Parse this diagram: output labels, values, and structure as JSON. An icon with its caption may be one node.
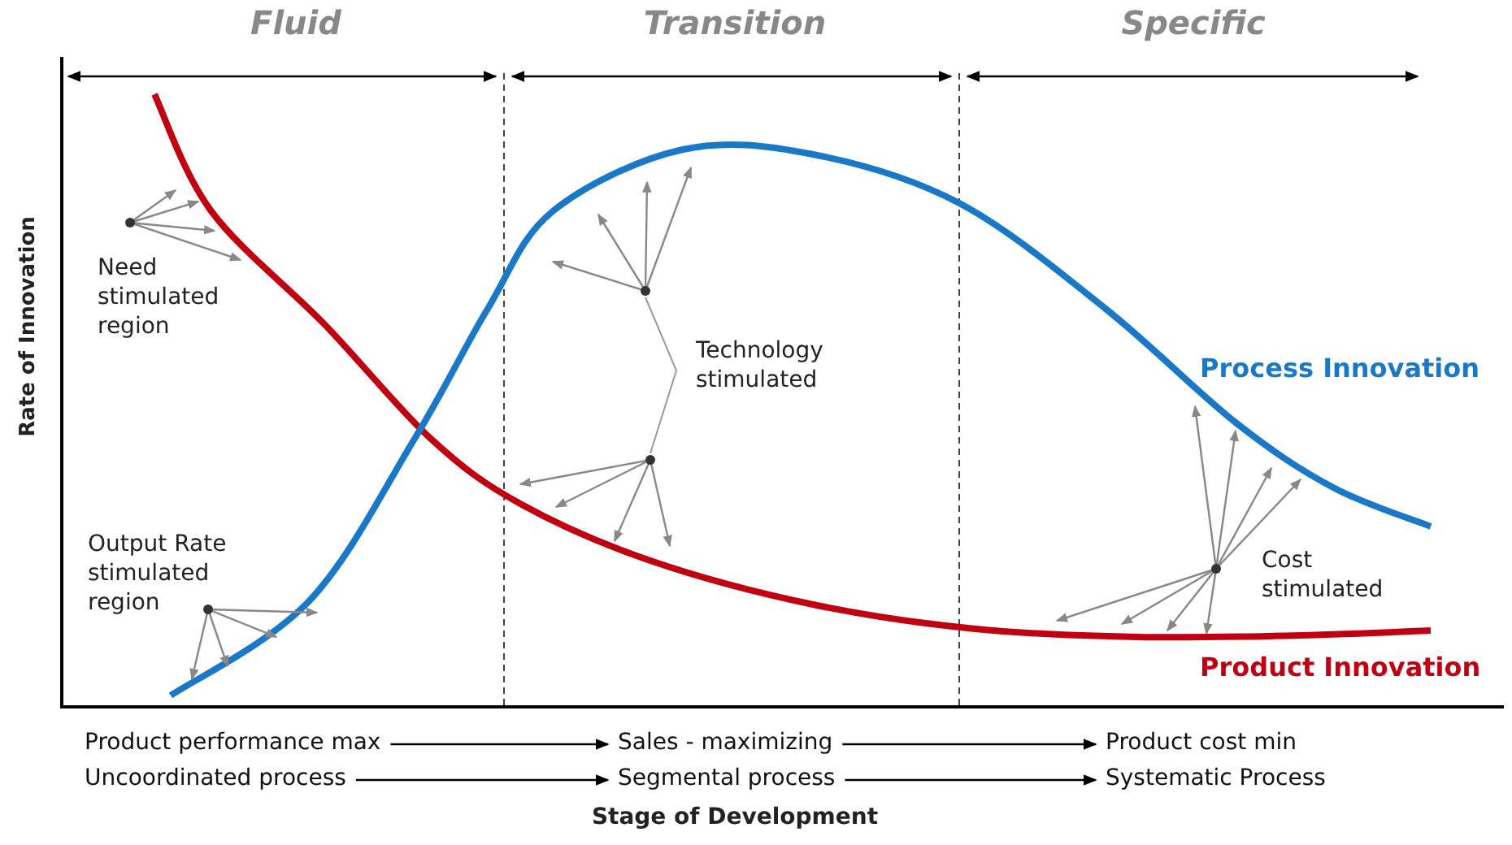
{
  "diagram": {
    "nodes": [
      {
        "text": [
          "Product performance max"
        ]
      },
      {
        "text": [
          "Sales - maximizing"
        ]
      },
      {
        "text": [
          "Product cost min"
        ]
      },
      {
        "text": [
          "Uncoordinated process"
        ]
      },
      {
        "text": [
          "Segmental process"
        ]
      },
      {
        "text": [
          "Systematic Process"
        ]
      }
    ],
    "edges": [
      {
        "from": 0,
        "to": 1,
        "arrow": "to"
      },
      {
        "from": 1,
        "to": 2,
        "arrow": "to"
      },
      {
        "from": 3,
        "to": 4,
        "arrow": "to"
      },
      {
        "from": 4,
        "to": 5,
        "arrow": "to"
      }
    ],
    "labels": [
      "Fluid",
      "Transition",
      "Specific",
      "Rate of Innovation",
      "Need stimulated region",
      "Technology stimulated",
      "Process Innovation",
      "Output Rate stimulated region",
      "Cost stimulated",
      "Product Innovation",
      "Stage of Development"
    ]
  }
}
